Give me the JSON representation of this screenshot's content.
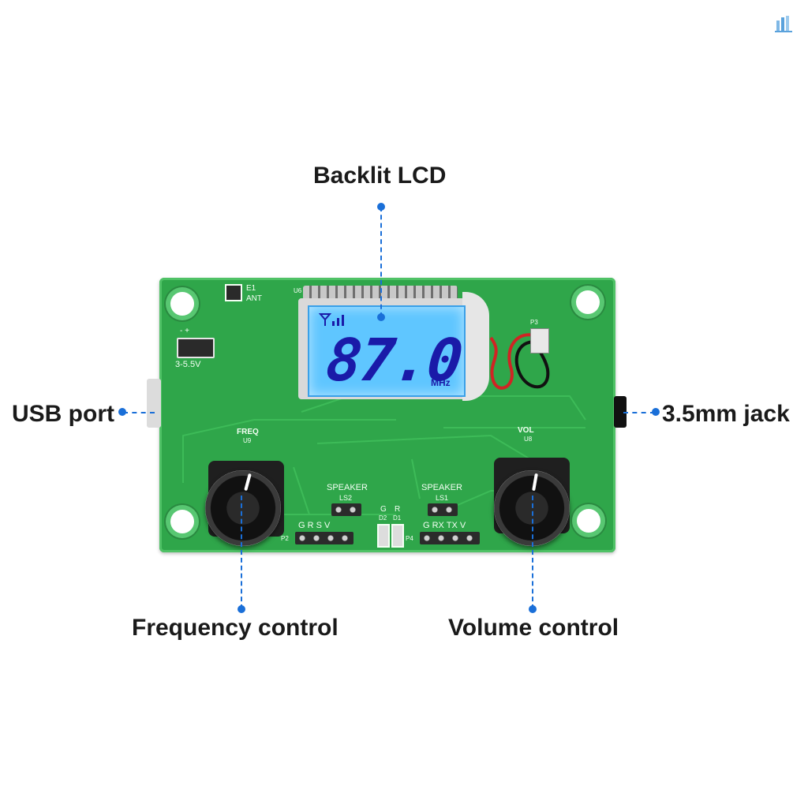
{
  "callouts": {
    "lcd": "Backlit LCD",
    "usb": "USB port",
    "jack": "3.5mm jack",
    "freq": "Frequency control",
    "vol": "Volume control"
  },
  "board": {
    "lcd_value": "87.0",
    "lcd_unit": "MHz",
    "silk": {
      "e1": "E1",
      "ant": "ANT",
      "u6": "U6",
      "power_pins": "-   +",
      "voltage": "3-5.5V",
      "freq": "FREQ",
      "u9": "U9",
      "vol": "VOL",
      "u8": "U8",
      "speaker_left": "SPEAKER",
      "ls2": "LS2",
      "speaker_right": "SPEAKER",
      "ls1": "LS1",
      "p2_pins": "G  R  S  V",
      "p2": "P2",
      "d2": "D2",
      "d1": "D1",
      "g": "G",
      "r": "R",
      "p4_pins": "G RX TX  V",
      "p4": "P4",
      "p3": "P3"
    }
  },
  "colors": {
    "callout_blue": "#1a6fd8",
    "pcb_green": "#2fa64a",
    "lcd_blue": "#5fc6ff",
    "lcd_digits": "#1a1aa8"
  }
}
